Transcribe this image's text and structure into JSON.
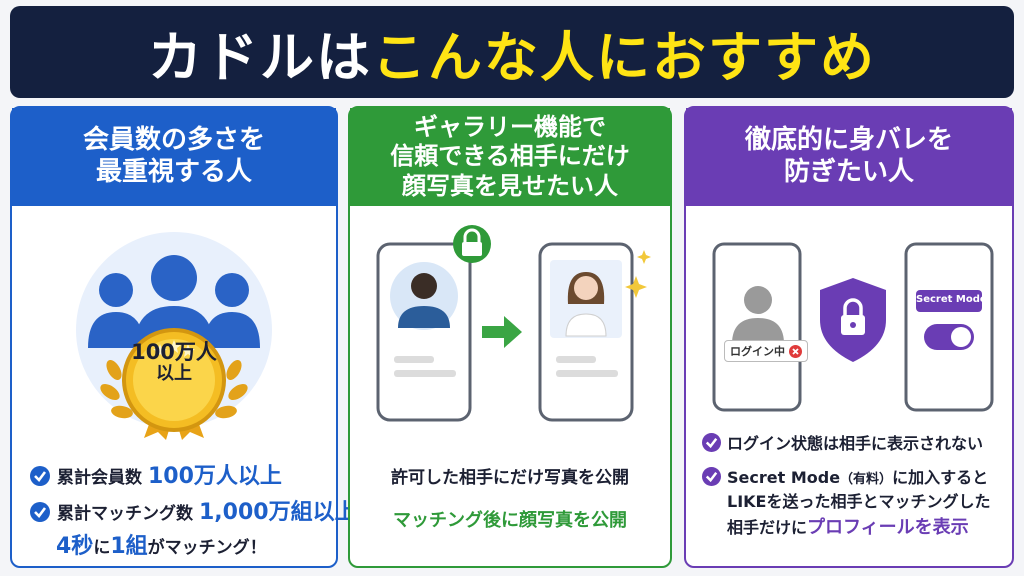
{
  "banner": {
    "title_part1": "カドルは",
    "title_part2": "こんな人におすすめ"
  },
  "card1": {
    "heading_line1": "会員数の多さを",
    "heading_line2": "最重視する人",
    "badge_line1": "100万人",
    "badge_line2": "以上",
    "bullet1_label": "累計会員数",
    "bullet1_value": "100万人以上",
    "bullet2_label": "累計マッチング数",
    "bullet2_value": "1,000万組以上",
    "bullet3_a": "4秒",
    "bullet3_b": "に",
    "bullet3_c": "1組",
    "bullet3_d": "がマッチング！"
  },
  "card2": {
    "heading_line1": "ギャラリー機能で",
    "heading_line2": "信頼できる相手にだけ",
    "heading_line3": "顔写真を見せたい人",
    "caption1": "許可した相手にだけ写真を公開",
    "caption2": "マッチング後に顔写真を公開"
  },
  "card3": {
    "heading_line1": "徹底的に身バレを",
    "heading_line2": "防ぎたい人",
    "login_badge": "ログイン中",
    "secret_mode_label": "Secret Mode",
    "bullet1": "ログイン状態は相手に表示されない",
    "bullet2_a": "Secret Mode",
    "bullet2_b": "（有料）",
    "bullet2_c": "に加入すると",
    "bullet2_line2": "LIKEを送った相手とマッチングした",
    "bullet2_line3_a": "相手だけに",
    "bullet2_line3_b": "プロフィールを表示"
  },
  "colors": {
    "banner_bg": "#14203f",
    "banner_accent": "#ffe414",
    "blue": "#1d5fc9",
    "green": "#2f9a39",
    "purple": "#6a3db4",
    "gold": "#f2b51b"
  },
  "icons": [
    "people-icon",
    "gold-medal-icon",
    "laurel-icon",
    "check-icon",
    "phone-icon",
    "lock-icon",
    "arrow-right-icon",
    "sparkle-icon",
    "shield-lock-icon",
    "toggle-icon",
    "close-icon"
  ]
}
